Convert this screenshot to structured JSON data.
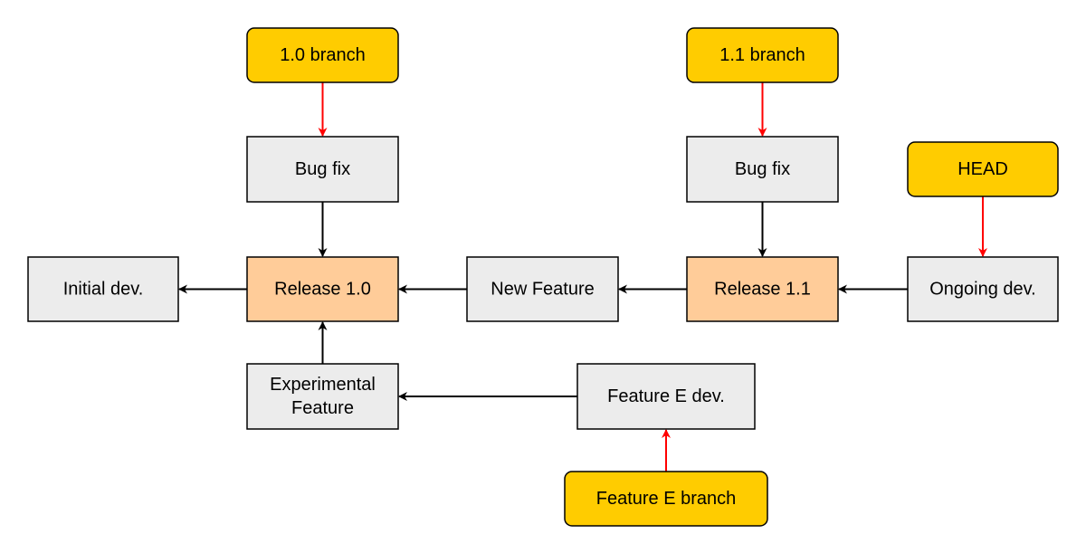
{
  "colors": {
    "commit_fill": "#ececec",
    "release_fill": "#ffcc99",
    "ref_fill": "#ffcc00",
    "commit_arrow": "#000000",
    "ref_arrow": "#ff0000"
  },
  "nodes": {
    "branch_1_0": {
      "label": [
        "1.0 branch"
      ],
      "kind": "ref"
    },
    "branch_1_1": {
      "label": [
        "1.1 branch"
      ],
      "kind": "ref"
    },
    "head": {
      "label": [
        "HEAD"
      ],
      "kind": "ref"
    },
    "bugfix_1_0": {
      "label": [
        "Bug fix"
      ],
      "kind": "commit"
    },
    "bugfix_1_1": {
      "label": [
        "Bug fix"
      ],
      "kind": "commit"
    },
    "initial_dev": {
      "label": [
        "Initial dev."
      ],
      "kind": "commit"
    },
    "release_1_0": {
      "label": [
        "Release 1.0"
      ],
      "kind": "release"
    },
    "new_feature": {
      "label": [
        "New Feature"
      ],
      "kind": "commit"
    },
    "release_1_1": {
      "label": [
        "Release 1.1"
      ],
      "kind": "release"
    },
    "ongoing_dev": {
      "label": [
        "Ongoing dev."
      ],
      "kind": "commit"
    },
    "experimental_feature": {
      "label": [
        "Experimental",
        "Feature"
      ],
      "kind": "commit"
    },
    "feature_e_dev": {
      "label": [
        "Feature E dev."
      ],
      "kind": "commit"
    },
    "feature_e_branch": {
      "label": [
        "Feature E branch"
      ],
      "kind": "ref"
    }
  },
  "edges": [
    {
      "from": "branch_1_0",
      "to": "bugfix_1_0",
      "kind": "ref"
    },
    {
      "from": "branch_1_1",
      "to": "bugfix_1_1",
      "kind": "ref"
    },
    {
      "from": "head",
      "to": "ongoing_dev",
      "kind": "ref"
    },
    {
      "from": "feature_e_branch",
      "to": "feature_e_dev",
      "kind": "ref"
    },
    {
      "from": "bugfix_1_0",
      "to": "release_1_0",
      "kind": "commit"
    },
    {
      "from": "bugfix_1_1",
      "to": "release_1_1",
      "kind": "commit"
    },
    {
      "from": "release_1_0",
      "to": "initial_dev",
      "kind": "commit"
    },
    {
      "from": "new_feature",
      "to": "release_1_0",
      "kind": "commit"
    },
    {
      "from": "release_1_1",
      "to": "new_feature",
      "kind": "commit"
    },
    {
      "from": "ongoing_dev",
      "to": "release_1_1",
      "kind": "commit"
    },
    {
      "from": "experimental_feature",
      "to": "release_1_0",
      "kind": "commit"
    },
    {
      "from": "feature_e_dev",
      "to": "experimental_feature",
      "kind": "commit"
    }
  ]
}
